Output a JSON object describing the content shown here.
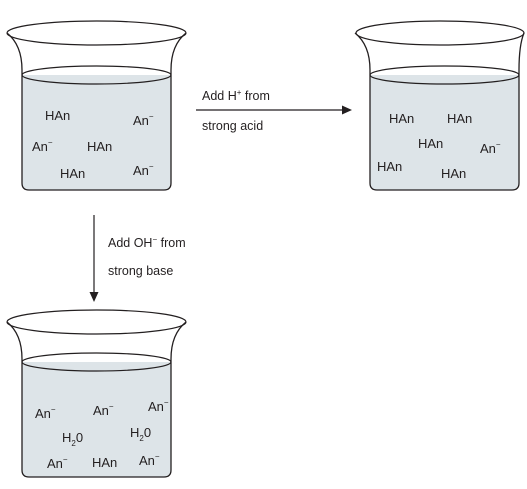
{
  "beakers": {
    "initial": {
      "species": [
        {
          "base": "HAn",
          "charge": "",
          "sub": ""
        },
        {
          "base": "An",
          "charge": "−",
          "sub": ""
        },
        {
          "base": "An",
          "charge": "−",
          "sub": ""
        },
        {
          "base": "HAn",
          "charge": "",
          "sub": ""
        },
        {
          "base": "HAn",
          "charge": "",
          "sub": ""
        },
        {
          "base": "An",
          "charge": "−",
          "sub": ""
        }
      ]
    },
    "after_acid": {
      "species": [
        {
          "base": "HAn",
          "charge": "",
          "sub": ""
        },
        {
          "base": "HAn",
          "charge": "",
          "sub": ""
        },
        {
          "base": "HAn",
          "charge": "",
          "sub": ""
        },
        {
          "base": "An",
          "charge": "−",
          "sub": ""
        },
        {
          "base": "HAn",
          "charge": "",
          "sub": ""
        },
        {
          "base": "HAn",
          "charge": "",
          "sub": ""
        }
      ]
    },
    "after_base": {
      "species": [
        {
          "base": "An",
          "charge": "−",
          "sub": ""
        },
        {
          "base": "An",
          "charge": "−",
          "sub": ""
        },
        {
          "base": "An",
          "charge": "−",
          "sub": ""
        },
        {
          "base": "H",
          "charge": "",
          "sub": "2",
          "tail": "0"
        },
        {
          "base": "H",
          "charge": "",
          "sub": "2",
          "tail": "0"
        },
        {
          "base": "An",
          "charge": "−",
          "sub": ""
        },
        {
          "base": "HAn",
          "charge": "",
          "sub": ""
        },
        {
          "base": "An",
          "charge": "−",
          "sub": ""
        }
      ]
    }
  },
  "arrows": {
    "acid": {
      "line1_text": "Add H",
      "line1_sup": "+",
      "line1_end": " from",
      "line2": "strong acid"
    },
    "base": {
      "line1_text": "Add OH",
      "line1_sup": "−",
      "line1_end": " from",
      "line2": "strong base"
    }
  }
}
